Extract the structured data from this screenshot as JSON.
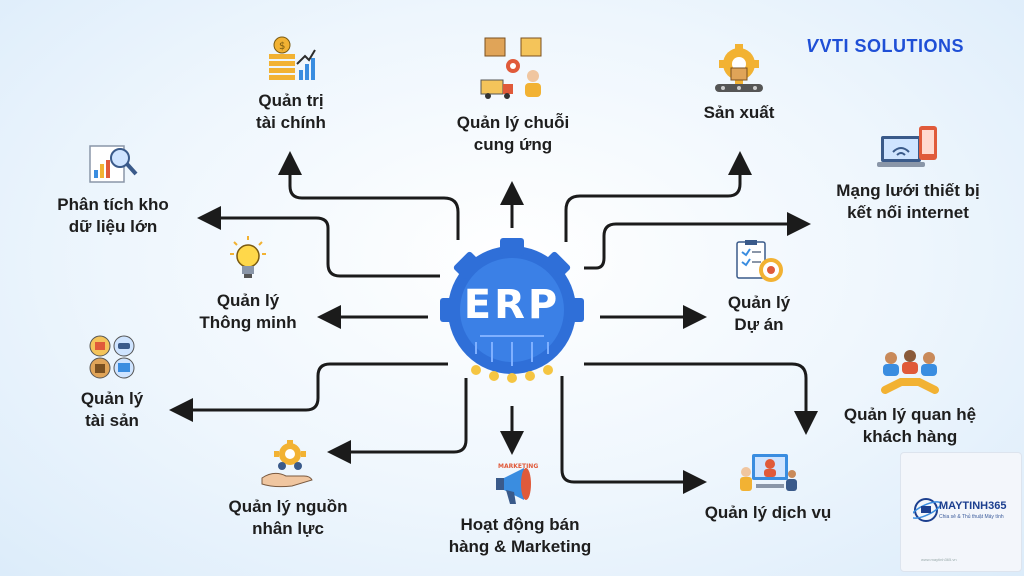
{
  "hub": {
    "label": "ERP"
  },
  "brand": {
    "prefix": "V",
    "name": "VTI SOLUTIONS"
  },
  "watermark": {
    "title": "MAYTINH365",
    "subtitle": "Chia sẻ & Thủ thuật Máy tính",
    "footer": "www.maytinh365.vn"
  },
  "colors": {
    "hub": "#2f6fd8",
    "hub_dark": "#1f56b8",
    "gold": "#f5c542",
    "line": "#1b1b1b"
  },
  "modules": [
    {
      "id": "finance",
      "lines": [
        "Quản trị",
        "tài chính"
      ],
      "icon": "finance-chart-icon"
    },
    {
      "id": "supply",
      "lines": [
        "Quản lý chuỗi",
        "cung ứng"
      ],
      "icon": "supply-chain-icon"
    },
    {
      "id": "production",
      "lines": [
        "Sản xuất"
      ],
      "icon": "factory-gear-icon"
    },
    {
      "id": "iot",
      "lines": [
        "Mạng lưới thiết bị",
        "kết nối internet"
      ],
      "icon": "connected-devices-icon"
    },
    {
      "id": "bigdata",
      "lines": [
        "Phân tích kho",
        "dữ liệu lớn"
      ],
      "icon": "data-analysis-icon"
    },
    {
      "id": "smart",
      "lines": [
        "Quản lý",
        "Thông minh"
      ],
      "icon": "lightbulb-icon"
    },
    {
      "id": "project",
      "lines": [
        "Quản lý",
        "Dự án"
      ],
      "icon": "project-target-icon"
    },
    {
      "id": "assets",
      "lines": [
        "Quản lý",
        "tài sản"
      ],
      "icon": "assets-icon"
    },
    {
      "id": "crm",
      "lines": [
        "Quản lý quan hệ",
        "khách hàng"
      ],
      "icon": "handshake-icon"
    },
    {
      "id": "hr",
      "lines": [
        "Quản lý nguồn",
        "nhân lực"
      ],
      "icon": "human-resources-icon"
    },
    {
      "id": "sales",
      "lines": [
        "Hoạt động bán",
        "hàng & Marketing"
      ],
      "icon": "megaphone-icon",
      "icon_text": "MARKETING"
    },
    {
      "id": "service",
      "lines": [
        "Quản lý dịch vụ"
      ],
      "icon": "customer-service-icon"
    }
  ]
}
